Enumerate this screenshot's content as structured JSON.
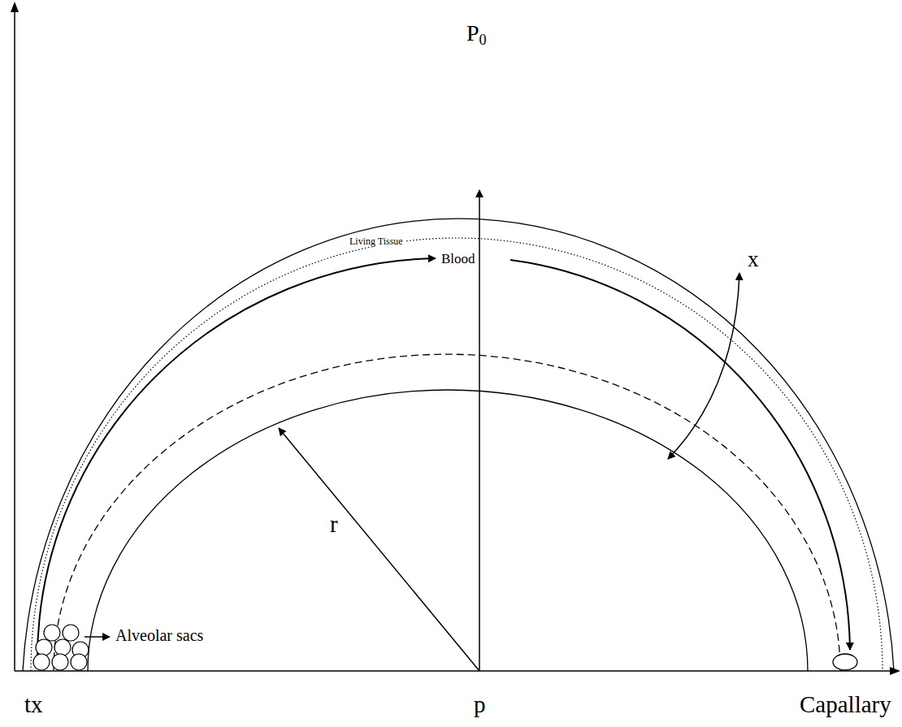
{
  "diagram": {
    "labels": [
      "P0",
      "Living Tissue",
      "Blood",
      "x",
      "r",
      "Alveolar sacs",
      "tx",
      "p",
      "Capallary"
    ]
  }
}
